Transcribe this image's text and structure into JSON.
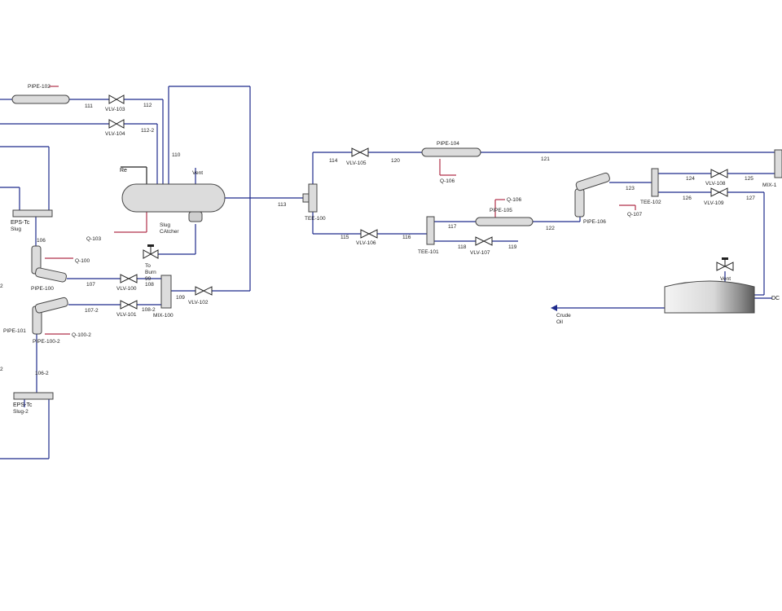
{
  "colors": {
    "stream_line": "#1e2a8c",
    "energy_line": "#b0304a",
    "equipment_outline": "#333333"
  },
  "labels": {
    "pipe_top": "PIPE-102",
    "s111": "111",
    "vlv103": "VLV-103",
    "s112": "112",
    "vlv104": "VLV-104",
    "s112_2": "112-2",
    "s110": "110",
    "re": "Re",
    "vent_sep": "Vent",
    "slug1": "Slug",
    "slug2": "CAtcher",
    "q103": "Q-103",
    "to": "To",
    "burn": "Burn",
    "s99": "99",
    "eps1": "EPS-Tc",
    "eps1b": "Slug",
    "s106": "106",
    "q100": "Q-100",
    "pipe100": "PIPE-100",
    "s107": "107",
    "vlv100": "VLV-100",
    "s108": "108",
    "s109": "109",
    "mix100": "MIX-100",
    "vlv102": "VLV-102",
    "s107_2": "107-2",
    "vlv101": "VLV-101",
    "s108_2": "108-2",
    "pipe101": "PIPE-101",
    "pipe100_2": "PIPE-100-2",
    "q100_2": "Q-100-2",
    "s106_2": "106-2",
    "eps2": "EPS-Tc",
    "eps2b": "Slug-2",
    "lt2a": "2",
    "lt2b": "2",
    "s113": "113",
    "tee100": "TEE-100",
    "s114": "114",
    "vlv105": "VLV-105",
    "s120": "120",
    "pipe104": "PIPE-104",
    "q106a": "Q-106",
    "s121": "121",
    "s115": "115",
    "vlv106": "VLV-106",
    "s116": "116",
    "tee101": "TEE-101",
    "s117": "117",
    "q106b": "Q-106",
    "pipe105": "PIPE-105",
    "s122": "122",
    "s118": "118",
    "vlv107": "VLV-107",
    "s119": "119",
    "pipe106": "PIPE-106",
    "s123": "123",
    "tee102": "TEE-102",
    "q107": "Q-107",
    "s124": "124",
    "vlv108": "VLV-108",
    "s125": "125",
    "mix1": "MIX-1",
    "s126": "126",
    "vlv109": "VLV-109",
    "s127": "127",
    "vent_tank": "Vent",
    "dc": "DC",
    "crude1": "Crude",
    "crude2": "Oil"
  }
}
